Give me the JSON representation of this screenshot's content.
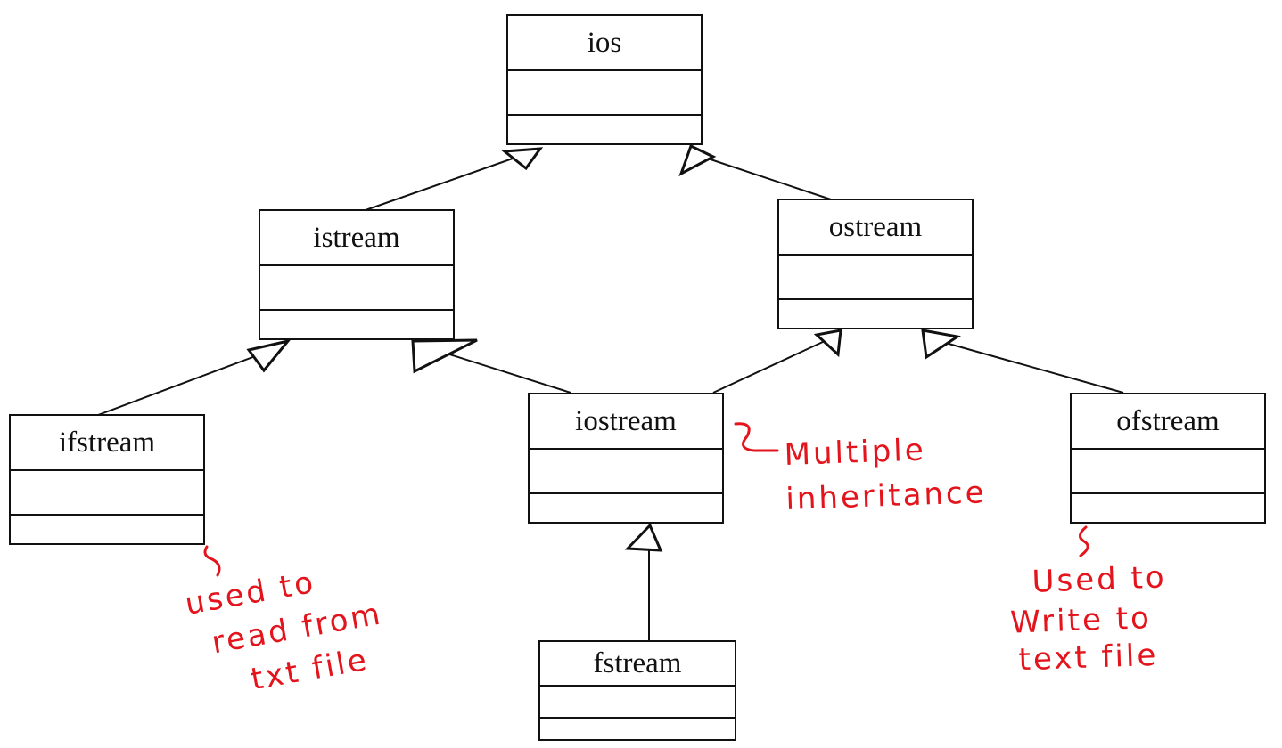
{
  "classes": {
    "ios": "ios",
    "istream": "istream",
    "ostream": "ostream",
    "ifstream": "ifstream",
    "iostream": "iostream",
    "ofstream": "ofstream",
    "fstream": "fstream"
  },
  "notes": {
    "multiple_inheritance": [
      "Multiple",
      "inheritance"
    ],
    "ifstream_note": [
      "used to",
      "read from",
      "txt file"
    ],
    "ofstream_note": [
      "Used to",
      "Write to",
      "text file"
    ]
  },
  "colors": {
    "ink": "#111111",
    "annotation": "#e3141c"
  }
}
